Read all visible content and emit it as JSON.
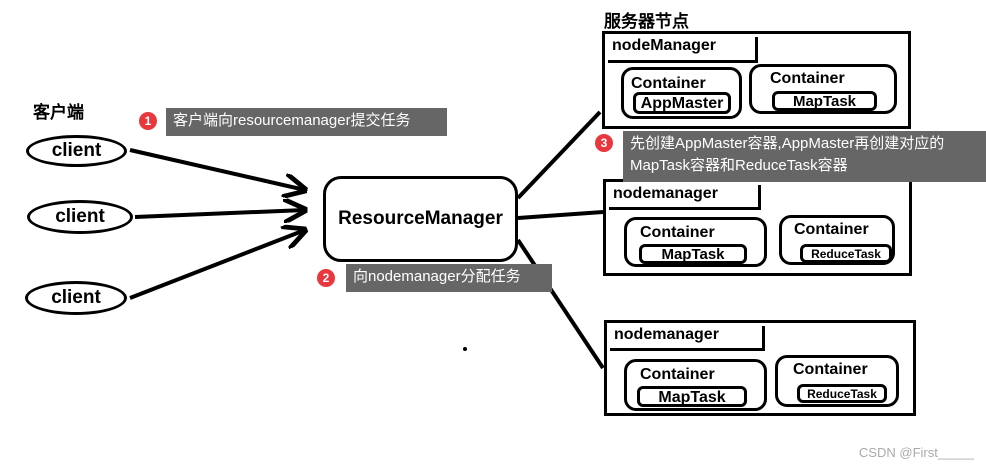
{
  "labels": {
    "client_section": "客户端",
    "server_section": "服务器节点"
  },
  "clients": [
    "client",
    "client",
    "client"
  ],
  "resource_manager": "ResourceManager",
  "nodes": [
    {
      "title": "nodeManager",
      "containers": [
        {
          "title": "Container",
          "task": "AppMaster"
        },
        {
          "title": "Container",
          "task": "MapTask"
        }
      ]
    },
    {
      "title": "nodemanager",
      "containers": [
        {
          "title": "Container",
          "task": "MapTask"
        },
        {
          "title": "Container",
          "task": "ReduceTask"
        }
      ]
    },
    {
      "title": "nodemanager",
      "containers": [
        {
          "title": "Container",
          "task": "MapTask"
        },
        {
          "title": "Container",
          "task": "ReduceTask"
        }
      ]
    }
  ],
  "steps": [
    {
      "num": "1",
      "text": "客户端向resourcemanager提交任务"
    },
    {
      "num": "2",
      "text": "向nodemanager分配任务"
    },
    {
      "num": "3",
      "text": "先创建AppMaster容器,AppMaster再创建对应的MapTask容器和ReduceTask容器"
    }
  ],
  "watermark": "CSDN @First_____",
  "colors": {
    "badge": "#e8383d",
    "tip_bg": "#666666"
  }
}
